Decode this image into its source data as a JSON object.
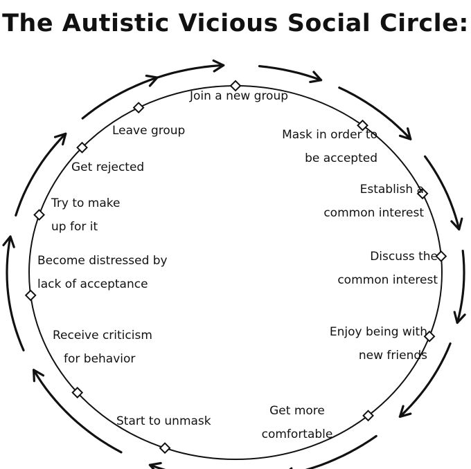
{
  "title": "The Autistic Vicious Social Circle:",
  "stages": [
    {
      "id": "join",
      "lines": [
        "Join a new group"
      ]
    },
    {
      "id": "mask",
      "lines": [
        "Mask in order to",
        "be accepted"
      ]
    },
    {
      "id": "interest",
      "lines": [
        "Establish a",
        "common interest"
      ]
    },
    {
      "id": "discuss",
      "lines": [
        "Discuss the",
        "common interest"
      ]
    },
    {
      "id": "enjoy",
      "lines": [
        "Enjoy being with",
        "new friends"
      ]
    },
    {
      "id": "comfortable",
      "lines": [
        "Get more",
        "comfortable"
      ]
    },
    {
      "id": "unmask",
      "lines": [
        "Start to unmask"
      ]
    },
    {
      "id": "criticism",
      "lines": [
        "Receive criticism",
        "for behavior"
      ]
    },
    {
      "id": "distressed",
      "lines": [
        "Become distressed by",
        "lack of acceptance"
      ]
    },
    {
      "id": "makeup",
      "lines": [
        "Try to make",
        "up for it"
      ]
    },
    {
      "id": "rejected",
      "lines": [
        "Get rejected"
      ]
    },
    {
      "id": "leave",
      "lines": [
        "Leave group"
      ]
    }
  ]
}
